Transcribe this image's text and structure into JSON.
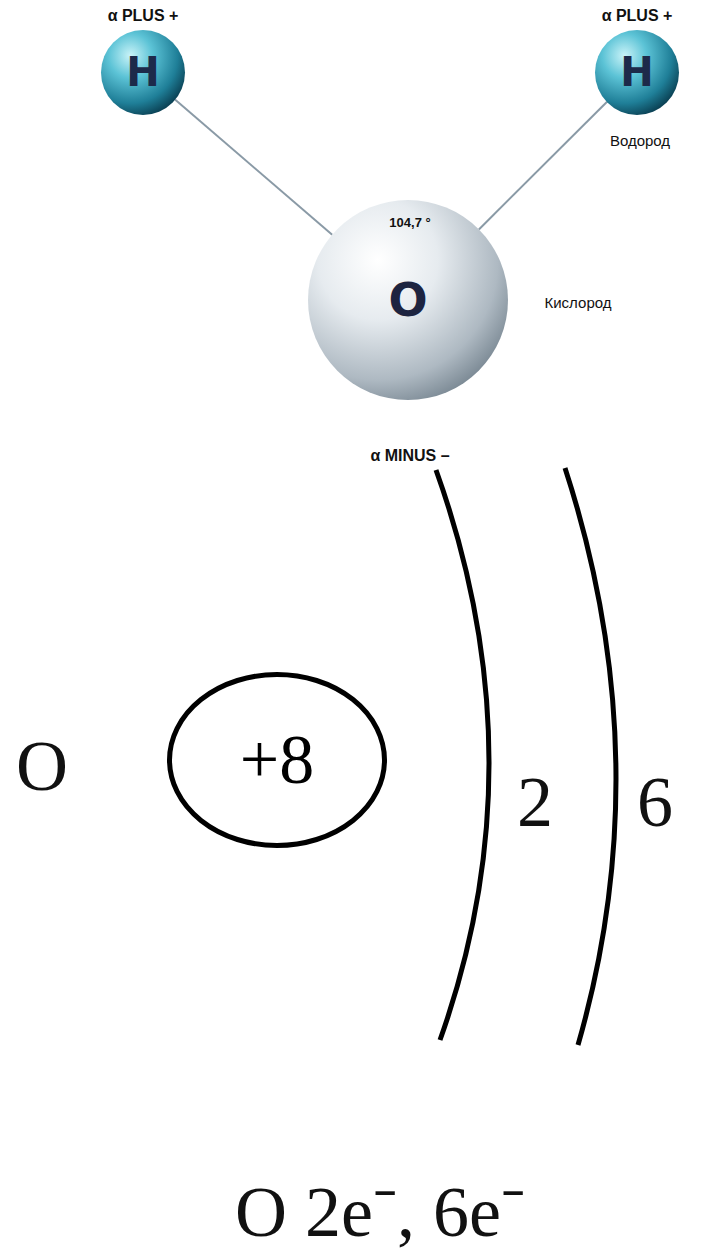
{
  "diagram": {
    "nodes": [
      {
        "text": [
          "H"
        ]
      },
      {
        "text": [
          "H"
        ]
      },
      {
        "text": [
          "O"
        ]
      },
      {
        "text": [
          "+8"
        ]
      }
    ],
    "edges": [
      {
        "from": 0,
        "to": 2,
        "arrow": "none"
      },
      {
        "from": 1,
        "to": 2,
        "arrow": "none"
      }
    ],
    "labels": [
      "α PLUS +",
      "α PLUS +",
      "104,7 °",
      "Водород",
      "Кислород",
      "α MINUS –",
      "O",
      "2",
      "6",
      "O 2e⁻, 6e⁻"
    ]
  }
}
